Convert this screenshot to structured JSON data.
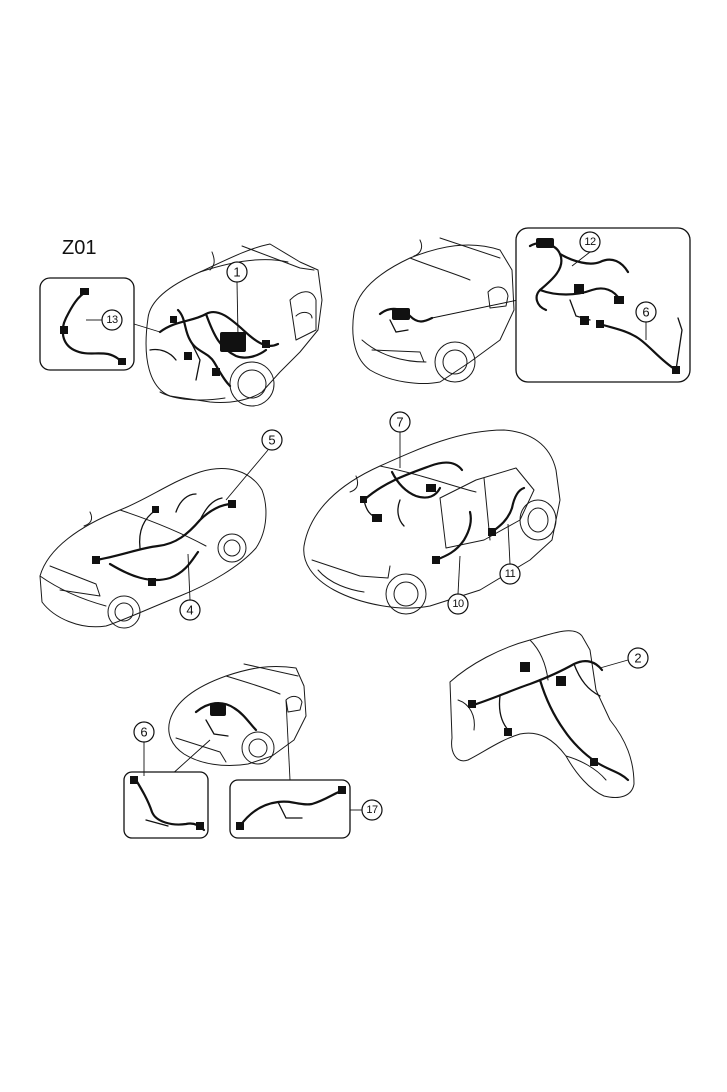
{
  "diagram_code": "Z01",
  "callouts": {
    "c1": "1",
    "c2": "2",
    "c4": "4",
    "c5": "5",
    "c6a": "6",
    "c6b": "6",
    "c7": "7",
    "c10": "10",
    "c11": "11",
    "c12": "12",
    "c13": "13",
    "c17": "17"
  }
}
